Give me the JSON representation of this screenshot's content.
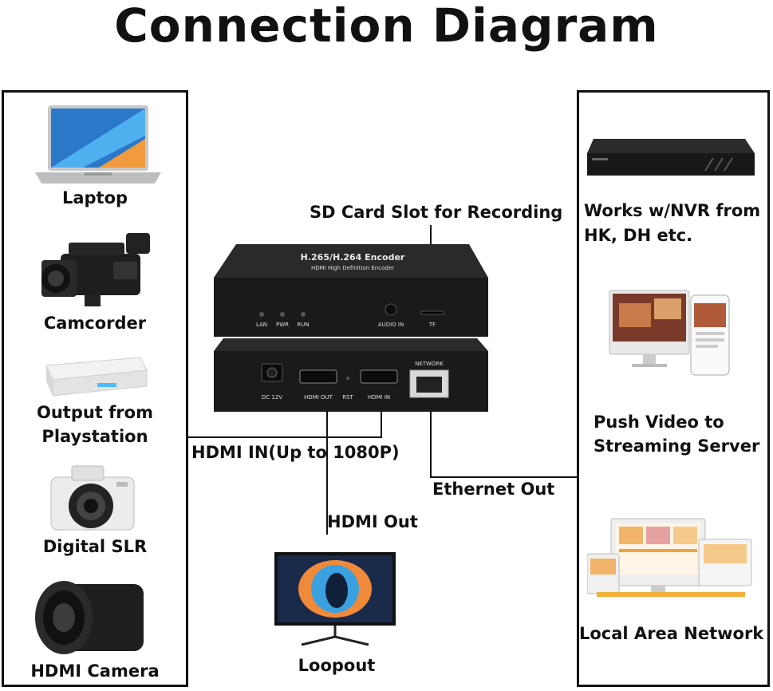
{
  "title": "Connection Diagram",
  "inputs": [
    {
      "label": "Laptop",
      "icon": "laptop-icon"
    },
    {
      "label": "Camcorder",
      "icon": "camcorder-icon"
    },
    {
      "label": "Output from\nPlaystation",
      "line1": "Output from",
      "line2": "Playstation",
      "icon": "game-console-icon"
    },
    {
      "label": "Digital SLR",
      "icon": "camera-icon"
    },
    {
      "label": "HDMI Camera",
      "icon": "hdmi-camera-icon"
    }
  ],
  "outputs": [
    {
      "line1": "Works w/NVR from",
      "line2": "HK, DH etc.",
      "icon": "nvr-icon"
    },
    {
      "line1": "Push Video to",
      "line2": "Streaming Server",
      "icon": "streaming-icon"
    },
    {
      "label": "Local Area Network",
      "icon": "lan-devices-icon"
    }
  ],
  "encoder": {
    "top_text": "H.265/H.264 Encoder",
    "subtitle": "HDMI High Definition Encoder",
    "front_labels": {
      "lan": "LAN",
      "pwr": "PWR",
      "run": "RUN",
      "audio": "AUDIO IN",
      "tf": "TF"
    },
    "back_labels": {
      "dc": "DC 12V",
      "hdmi_out": "HDMI OUT",
      "rst": "RST",
      "hdmi_in": "HDMI IN",
      "network": "NETWORK"
    }
  },
  "callouts": {
    "sd_card": "SD Card Slot for Recording",
    "hdmi_in": "HDMI IN(Up to 1080P)",
    "hdmi_out": "HDMI Out",
    "ethernet_out": "Ethernet Out"
  },
  "monitor": {
    "label": "Loopout",
    "icon": "monitor-icon"
  },
  "colors": {
    "line": "#111111",
    "device": "#1a1a1a",
    "screen_blue": "#3aa0e0",
    "screen_orange": "#f08a3a"
  }
}
